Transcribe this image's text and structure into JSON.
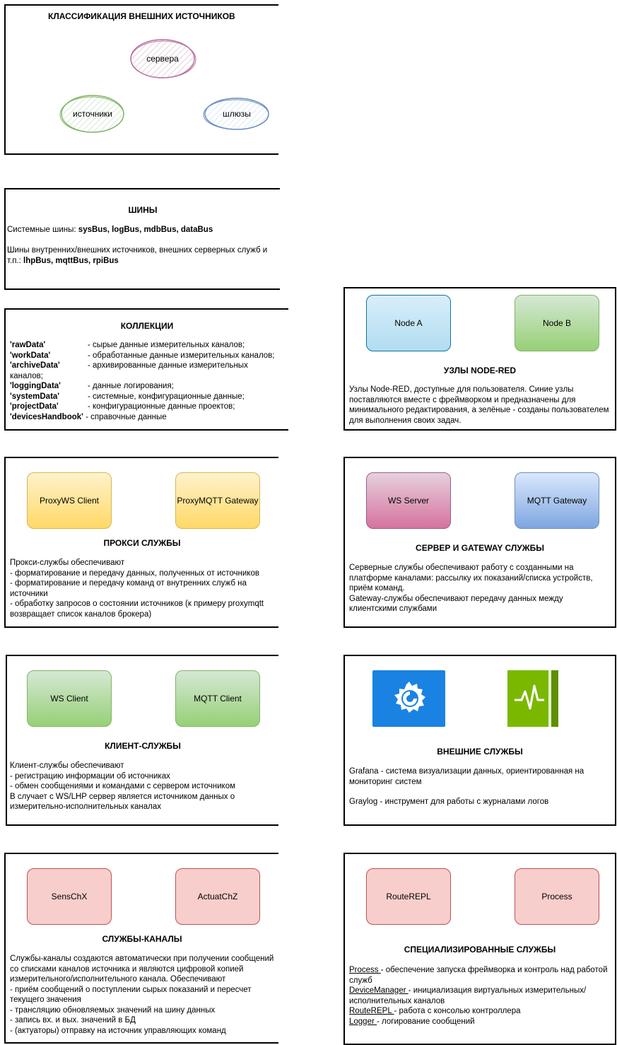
{
  "sources": {
    "title": "КЛАССИФИКАЦИЯ ВНЕШНИХ ИСТОЧНИКОВ",
    "server": "сервера",
    "sources": "источники",
    "gateways": "шлюзы"
  },
  "buses": {
    "title": "ШИНЫ",
    "system_prefix": "Системные шины: ",
    "system_list": "sysBus, logBus, mdbBus, dataBus",
    "internal_prefix": "Шины внутренних/внешних источников, внешних серверных служб и т.п.: ",
    "internal_list": "lhpBus, mqttBus, rpiBus"
  },
  "collections": {
    "title": "КОЛЛЕКЦИИ",
    "items": [
      {
        "name": "'rawData'",
        "desc": "- сырые данные измерительных каналов;"
      },
      {
        "name": "'workData'",
        "desc": "- обработанные данные измерительных каналов;"
      },
      {
        "name": "'archiveData'",
        "desc": "- архивированные данные измерительных"
      },
      {
        "name": "",
        "desc": "каналов;"
      },
      {
        "name": "'loggingData'",
        "desc": "- данные логирования;"
      },
      {
        "name": "'systemData'",
        "desc": "- системные, конфигурационные данные;"
      },
      {
        "name": "'projectData'",
        "desc": "- конфигурационные данные проектов;"
      },
      {
        "name": "'devicesHandbook'",
        "desc": " - справочные данные"
      }
    ]
  },
  "nodered": {
    "title": "УЗЛЫ NODE-RED",
    "node_a": "Node A",
    "node_b": "Node B",
    "text": "Узлы Node-RED, доступные для пользователя. Синие узлы поставляются вместе с фреймворком и предназначены для минимального редактирования, а зелёные - созданы пользователем для выполнения своих задач."
  },
  "proxy": {
    "title": "ПРОКСИ СЛУЖБЫ",
    "node_1": "ProxyWS Client",
    "node_2": "ProxyMQTT Gateway",
    "lines": [
      "Прокси-службы обеспечивают",
      "- форматирование и передачу данных, полученных от источников",
      "- форматирование и передачу команд от внутренних служб на источники",
      "- обработку запросов о состоянии источников (к примеру proxymqtt возвращает список каналов брокера)"
    ]
  },
  "server": {
    "title": "СЕРВЕР И GATEWAY СЛУЖБЫ",
    "node_1": "WS Server",
    "node_2": "MQTT Gateway",
    "lines": [
      "Серверные службы обеспечивают работу с созданными на платформе каналами: рассылку их показаний/списка устройств, приём команд.",
      "Gateway-службы обеспечивают передачу данных между клиентскими службами"
    ]
  },
  "client": {
    "title": "КЛИЕНТ-СЛУЖБЫ",
    "node_1": "WS Client",
    "node_2": "MQTT Client",
    "lines": [
      "Клиент-службы обеспечивают",
      "- регистрацию информации об источниках",
      "- обмен сообщениями и командами с сервером источником",
      "В случает с WS/LHP сервер является источником данных о измерительно-исполнительных каналах"
    ]
  },
  "external": {
    "title": "ВНЕШНИЕ СЛУЖБЫ",
    "icon_1": "grafana-icon",
    "icon_2": "graylog-icon",
    "line_1": "Grafana - система визуализации данных, ориентированная на мониторинг систем",
    "line_2": "Graylog - инструмент для работы с журналами логов"
  },
  "channels": {
    "title": "СЛУЖБЫ-КАНАЛЫ",
    "node_1": "SensChX",
    "node_2": "ActuatChZ",
    "lines": [
      "Службы-каналы создаются автоматически при получении сообщений со списками каналов источника и являются цифровой копией измерительного/исполнительного канала. Обеспечивают",
      "- приём сообщений о поступлении сырых показаний и пересчет текущего значения",
      "- трансляцию обновляемых значений на шину данных",
      "-  запись вх. и вых. значений в БД",
      "- (актуаторы) отправку на источник управляющих команд"
    ]
  },
  "special": {
    "title": "СПЕЦИАЛИЗИРОВАННЫЕ СЛУЖБЫ",
    "node_1": "RouteREPL",
    "node_2": "Process",
    "items": [
      {
        "name": "Process ",
        "desc": "- обеспечение запуска фреймворка и контроль над работой служб"
      },
      {
        "name": "DeviceManager ",
        "desc": "- инициализация виртуальных измерительных/исполнительных каналов"
      },
      {
        "name": "RouteREPL ",
        "desc": "- работа с  консолью контроллера"
      },
      {
        "name": "Logger ",
        "desc": "- логирование сообщений"
      }
    ]
  },
  "colors": {
    "server_ellipse": "#b5739d",
    "sources_ellipse": "#82b366",
    "gateways_ellipse": "#6c8ebf",
    "grafana_bg": "#1a82e2",
    "graylog_bg": "#7ab800"
  }
}
